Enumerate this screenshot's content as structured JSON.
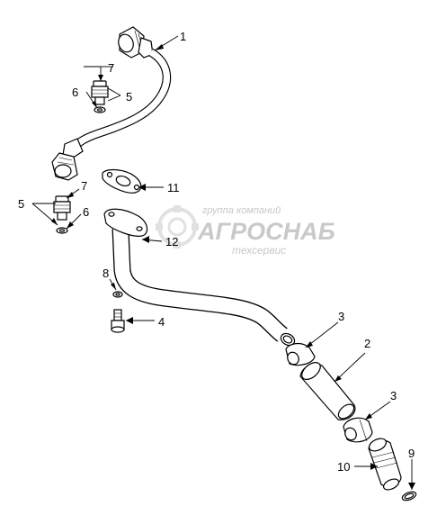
{
  "callouts": [
    {
      "id": "c1",
      "label": "1"
    },
    {
      "id": "c2",
      "label": "2"
    },
    {
      "id": "c3a",
      "label": "3"
    },
    {
      "id": "c3b",
      "label": "3"
    },
    {
      "id": "c4",
      "label": "4"
    },
    {
      "id": "c5a",
      "label": "5"
    },
    {
      "id": "c5b",
      "label": "5"
    },
    {
      "id": "c6a",
      "label": "6"
    },
    {
      "id": "c6b",
      "label": "6"
    },
    {
      "id": "c7a",
      "label": "7"
    },
    {
      "id": "c7b",
      "label": "7"
    },
    {
      "id": "c8",
      "label": "8"
    },
    {
      "id": "c9",
      "label": "9"
    },
    {
      "id": "c10",
      "label": "10"
    },
    {
      "id": "c11",
      "label": "11"
    },
    {
      "id": "c12",
      "label": "12"
    }
  ],
  "watermark": {
    "line1": "группа компаний",
    "line2": "АГРОСНАБ",
    "line3": "техсервис"
  }
}
